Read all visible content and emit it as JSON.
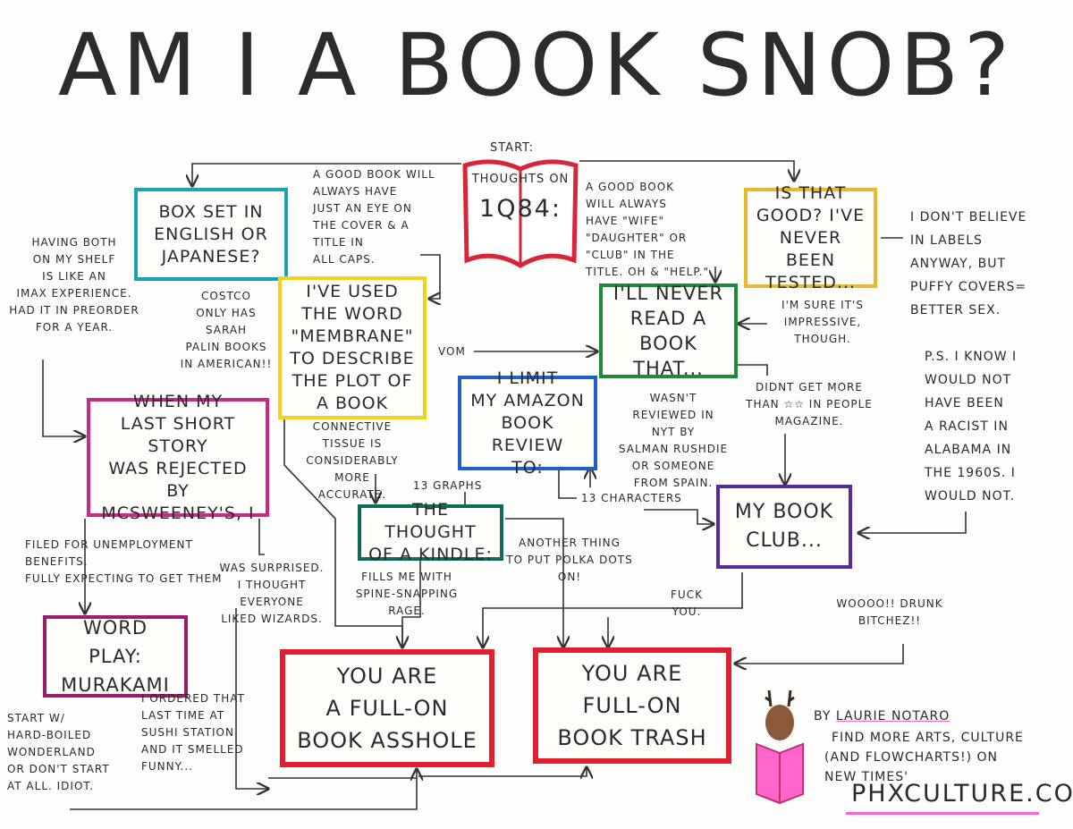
{
  "title": "AM I A BOOK SNOB?",
  "start_label": "START:",
  "start_box": {
    "line1": "THOUGHTS ON",
    "line2": "1Q84:"
  },
  "boxes": {
    "boxset": "BOX SET IN\nENGLISH OR\nJAPANESE?",
    "membrane": "I'VE USED\nTHE WORD\n\"MEMBRANE\"\nTO DESCRIBE\nTHE PLOT OF\nA BOOK",
    "never_read": "I'LL NEVER\nREAD A\nBOOK THAT...",
    "that_good": "IS THAT\nGOOD? I'VE\nNEVER BEEN\nTESTED...",
    "amazon": "I LIMIT\nMY AMAZON\nBOOK REVIEW\nTO:",
    "mcsweeney": "WHEN MY\nLAST SHORT STORY\nWAS REJECTED BY\nMcSWEENEY'S, I",
    "kindle": "THE THOUGHT\nOF A KINDLE:",
    "book_club": "MY BOOK\nCLUB...",
    "word_play": "WORD PLAY:\nMURAKAMI",
    "asshole": "YOU ARE\nA FULL-ON\nBOOK ASSHOLE",
    "trash": "YOU ARE\nFULL-ON\nBOOK TRASH"
  },
  "notes": {
    "good_book_eye": "A GOOD BOOK WILL\nALWAYS HAVE\nJUST AN EYE ON\nTHE COVER & A\nTITLE IN\nALL CAPS.",
    "good_book_wife": "A GOOD BOOK\nWILL ALWAYS\nHAVE \"WIFE\"\n\"DAUGHTER\" OR\n\"CLUB\" IN THE\nTITLE. OH & \"HELP.\"",
    "imax": "HAVING BOTH\nON MY SHELF\nIS LIKE AN\nIMAX EXPERIENCE.\nHAD IT IN PREORDER\nFOR A YEAR.",
    "costco": "COSTCO\nONLY HAS\nSARAH\nPALIN BOOKS\nIN AMERICAN!!",
    "labels": "I DON'T BELIEVE\nIN LABELS\nANYWAY, BUT\nPUFFY COVERS=\nBETTER SEX.",
    "impressive": "I'M SURE IT'S\nIMPRESSIVE,\nTHOUGH.",
    "racist": "P.S. I KNOW I\nWOULD NOT\nHAVE BEEN\nA RACIST IN\nALABAMA IN\nTHE 1960S. I\nWOULD NOT.",
    "vom": "VOM",
    "rushdie": "WASN'T\nREVIEWED IN\nNYT BY\nSALMAN RUSHDIE\nOR SOMEONE\nFROM SPAIN.",
    "people_mag": "DIDNT GET MORE\nTHAN ☆☆ IN PEOPLE\nMAGAZINE.",
    "connective": "CONNECTIVE\nTISSUE IS\nCONSIDERABLY\nMORE ACCURATE.",
    "graphs": "13 GRAPHS",
    "characters": "13 CHARACTERS",
    "unemployment": "FILED FOR UNEMPLOYMENT BENEFITS.\nFULLY EXPECTING TO GET THEM",
    "surprised": "WAS SURPRISED.\nI THOUGHT EVERYONE\nLIKED WIZARDS.",
    "spine": "FILLS ME WITH\nSPINE-SNAPPING\nRAGE.",
    "polka": "ANOTHER THING\nTO PUT POLKA DOTS\nON!",
    "fuck_you": "FUCK\nYOU.",
    "drunk": "WOOOO!! DRUNK\nBITCHEZ!!",
    "hard_boiled": "START W/\nHARD-BOILED\nWONDERLAND\nOR DON'T START\nAT ALL. IDIOT.",
    "sushi": "I ORDERED THAT\nLAST TIME AT\nSUSHI STATION\nAND IT SMELLED\nFUNNY..."
  },
  "credit": {
    "by": "BY",
    "author": "LAURIE NOTARO",
    "line2": "FIND MORE ARTS, CULTURE",
    "line3": "(AND FLOWCHARTS!) ON",
    "line4": "NEW TIMES'",
    "site": "PHXCULTURE.COM"
  },
  "colors": {
    "start": "#d9253a",
    "boxset": "#1aa3b5",
    "membrane": "#f2d21b",
    "never_read": "#1f8a3a",
    "that_good": "#e8b830",
    "amazon": "#1f5fc9",
    "mcsweeney": "#c72a8d",
    "kindle": "#0f6b58",
    "book_club": "#5a2a9a",
    "word_play": "#9a1f6a",
    "asshole": "#e0202f",
    "trash": "#e0202f",
    "pink_underline": "#ff66cc"
  },
  "icons": [
    "open-book-icon",
    "deer-reading-icon"
  ]
}
